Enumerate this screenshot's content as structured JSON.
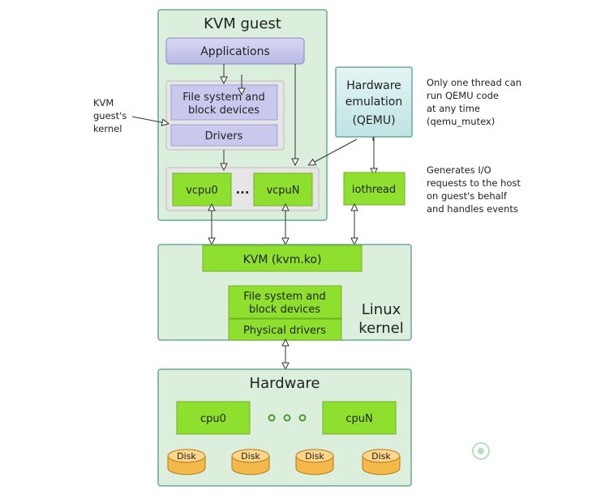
{
  "guest": {
    "title": "KVM guest",
    "applications": "Applications",
    "fs_line1": "File system and",
    "fs_line2": "block devices",
    "drivers": "Drivers",
    "vcpu0": "vcpu0",
    "dots": "...",
    "vcpuN": "vcpuN"
  },
  "guest_kernel_label": [
    "KVM",
    "guest's",
    "kernel"
  ],
  "qemu": {
    "line1": "Hardware",
    "line2": "emulation",
    "line3": "(QEMU)",
    "note": [
      "Only one thread can",
      "run QEMU code",
      "at any time",
      "(qemu_mutex)"
    ]
  },
  "iothread": {
    "label": "iothread",
    "note": [
      "Generates I/O",
      "requests to the host",
      "on guest's behalf",
      "and handles events"
    ]
  },
  "host": {
    "kvm": "KVM (kvm.ko)",
    "fs_line1": "File system and",
    "fs_line2": "block devices",
    "physical_drivers": "Physical drivers",
    "linux_line1": "Linux",
    "linux_line2": "kernel"
  },
  "hardware": {
    "title": "Hardware",
    "cpu0": "cpu0",
    "cpuN": "cpuN",
    "disks": [
      "Disk",
      "Disk",
      "Disk",
      "Disk"
    ]
  },
  "colors": {
    "panel_fill": "#dcefdc",
    "panel_stroke": "#6aa99a",
    "green_box": "#8fe02e",
    "lavender": "#c9c9ee",
    "gray_inner": "#e6e6e6",
    "qemu_fill": "#cfeaea",
    "disk": "#f5b94a"
  }
}
